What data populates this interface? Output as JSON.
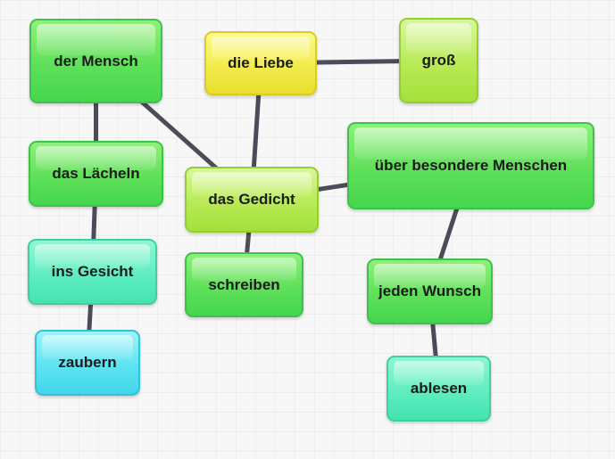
{
  "diagram": {
    "nodes": {
      "der_mensch": "der Mensch",
      "die_liebe": "die Liebe",
      "gross": "groß",
      "das_laecheln": "das Lächeln",
      "das_gedicht": "das Gedicht",
      "ueber_besondere_menschen": "über besondere Menschen",
      "ins_gesicht": "ins Gesicht",
      "schreiben": "schreiben",
      "jeden_wunsch": "jeden Wunsch",
      "zaubern": "zaubern",
      "ablesen": "ablesen"
    },
    "edges": [
      [
        "der_mensch",
        "das_laecheln"
      ],
      [
        "der_mensch",
        "das_gedicht"
      ],
      [
        "das_laecheln",
        "ins_gesicht"
      ],
      [
        "ins_gesicht",
        "zaubern"
      ],
      [
        "die_liebe",
        "gross"
      ],
      [
        "die_liebe",
        "das_gedicht"
      ],
      [
        "das_gedicht",
        "ueber_besondere_menschen"
      ],
      [
        "das_gedicht",
        "schreiben"
      ],
      [
        "ueber_besondere_menschen",
        "jeden_wunsch"
      ],
      [
        "jeden_wunsch",
        "ablesen"
      ]
    ],
    "colors": {
      "green": "#5fe05a",
      "yellow": "#f2ec4c",
      "lime": "#b8ea55",
      "mint": "#5fedc0",
      "cyan": "#5ee3f1",
      "edge": "#4a4d59"
    }
  }
}
